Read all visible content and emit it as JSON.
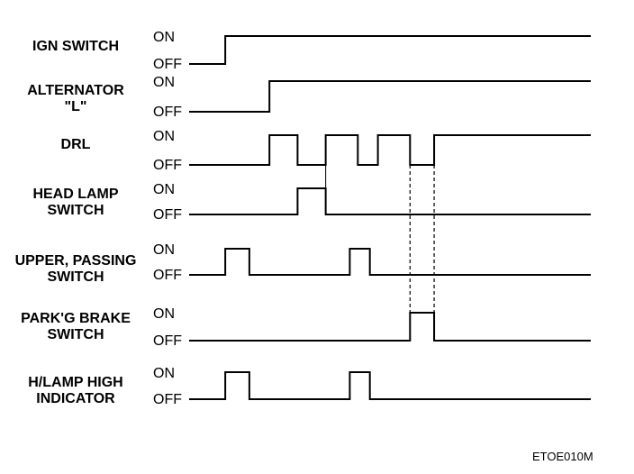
{
  "signals": [
    {
      "id": "ign-switch",
      "label_lines": [
        "IGN SWITCH"
      ],
      "on_label": "ON",
      "off_label": "OFF",
      "high_intervals": [
        [
          0.09,
          1.0
        ]
      ]
    },
    {
      "id": "alternator-l",
      "label_lines": [
        "ALTERNATOR",
        "\"L\""
      ],
      "on_label": "ON",
      "off_label": "OFF",
      "high_intervals": [
        [
          0.2,
          1.0
        ]
      ]
    },
    {
      "id": "drl",
      "label_lines": [
        "DRL"
      ],
      "on_label": "ON",
      "off_label": "OFF",
      "high_intervals": [
        [
          0.2,
          0.27
        ],
        [
          0.34,
          0.42
        ],
        [
          0.47,
          0.55
        ],
        [
          0.61,
          1.0
        ]
      ]
    },
    {
      "id": "head-lamp-switch",
      "label_lines": [
        "HEAD LAMP",
        "SWITCH"
      ],
      "on_label": "ON",
      "off_label": "OFF",
      "high_intervals": [
        [
          0.27,
          0.34
        ]
      ]
    },
    {
      "id": "upper-passing-switch",
      "label_lines": [
        "UPPER, PASSING",
        "SWITCH"
      ],
      "on_label": "ON",
      "off_label": "OFF",
      "high_intervals": [
        [
          0.09,
          0.15
        ],
        [
          0.4,
          0.45
        ]
      ]
    },
    {
      "id": "parking-brake-switch",
      "label_lines": [
        "PARK'G BRAKE",
        "SWITCH"
      ],
      "on_label": "ON",
      "off_label": "OFF",
      "high_intervals": [
        [
          0.55,
          0.61
        ]
      ]
    },
    {
      "id": "hlamp-high-indicator",
      "label_lines": [
        "H/LAMP HIGH",
        "INDICATOR"
      ],
      "on_label": "ON",
      "off_label": "OFF",
      "high_intervals": [
        [
          0.09,
          0.15
        ],
        [
          0.4,
          0.45
        ]
      ]
    }
  ],
  "figure_code": "ETOE010M"
}
